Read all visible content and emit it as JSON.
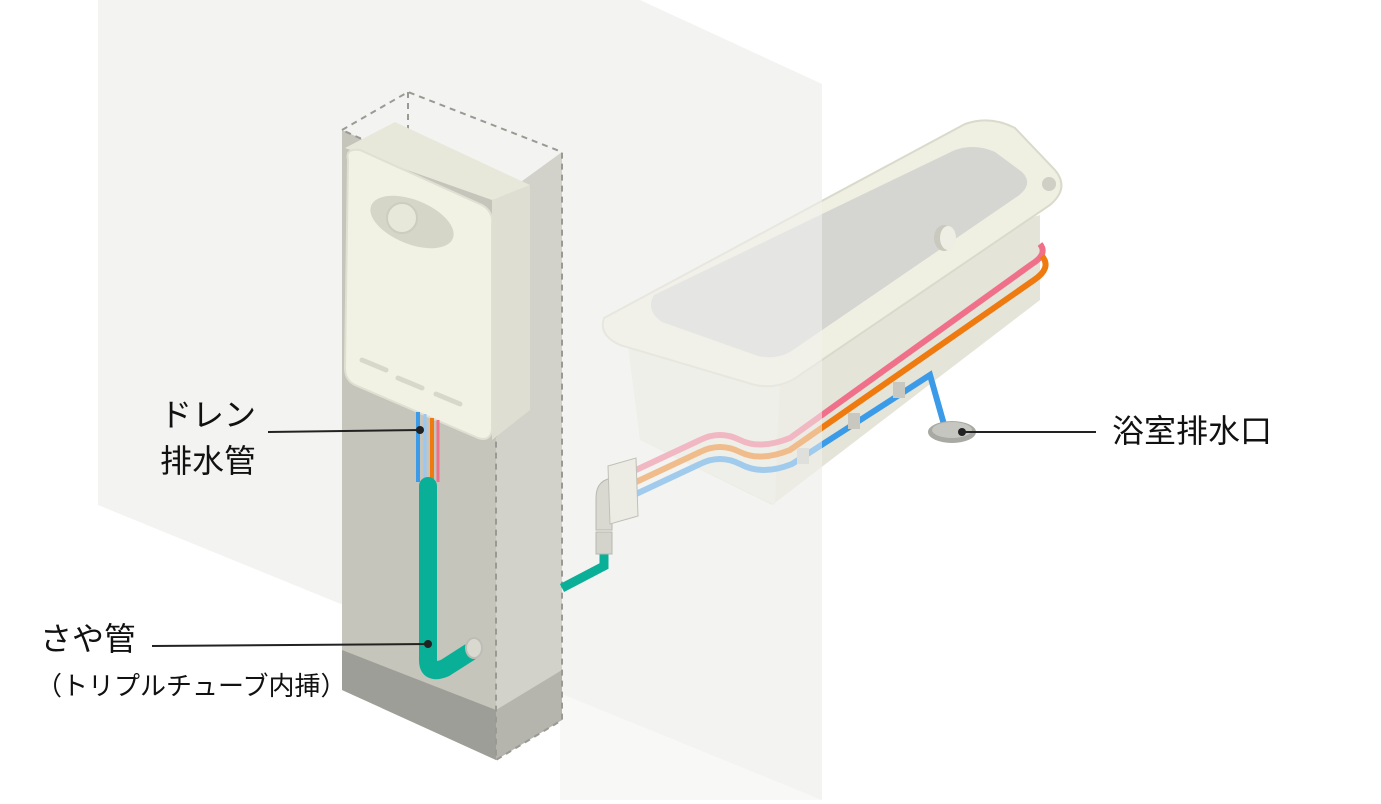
{
  "labels": {
    "drain_line1": "ドレン",
    "drain_line2": "排水管",
    "saya": "さや管",
    "saya_sub": "（トリプルチューブ内挿）",
    "bath_drain": "浴室排水口"
  },
  "colors": {
    "background": "#ffffff",
    "wall": "#ebebe9",
    "heater_body": "#f1f1e4",
    "tub_body": "#e9e9dc",
    "pipe_pink": "#f0708a",
    "pipe_orange": "#ee7a10",
    "pipe_blue": "#3c9be8",
    "saya_green": "#0aaf97",
    "leader_line": "#222222"
  },
  "icons": [
    "water-heater-icon",
    "bathtub-icon",
    "pipe-elbow-icon",
    "floor-drain-icon"
  ]
}
